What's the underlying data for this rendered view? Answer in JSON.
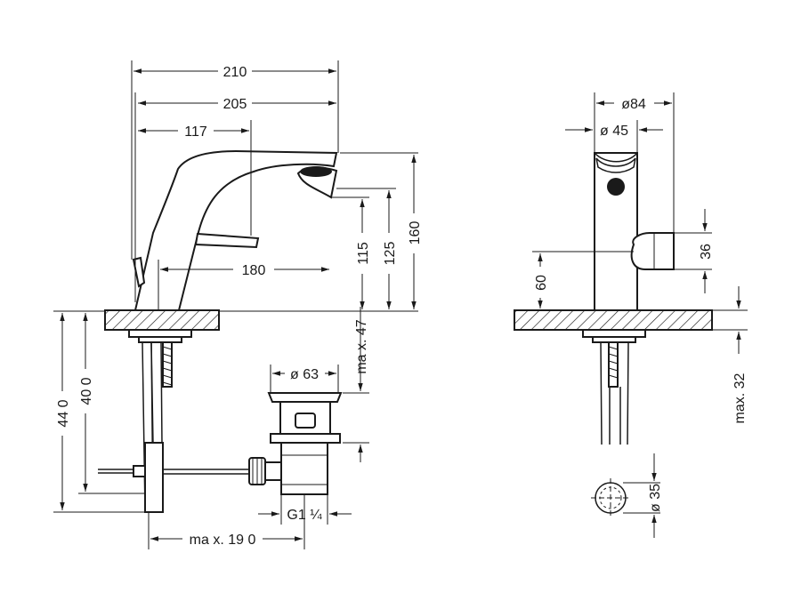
{
  "colors": {
    "line": "#1a1a1a",
    "background": "#ffffff"
  },
  "dimensions": {
    "width_210": "210",
    "width_205": "205",
    "width_117": "117",
    "reach_180": "180",
    "height_115": "115",
    "height_125": "125",
    "height_160": "160",
    "depth_440": "44 0",
    "depth_400": "40 0",
    "max_47": "ma x. 47",
    "dia_63": "ø 63",
    "thread_g1_4": "G1 ¼",
    "max_190": "ma x. 19 0",
    "dia_84": "ø84",
    "dia_45": "ø 45",
    "handle_36": "36",
    "height_60": "60",
    "max_32": "max. 32",
    "dia_35": "ø 35"
  }
}
